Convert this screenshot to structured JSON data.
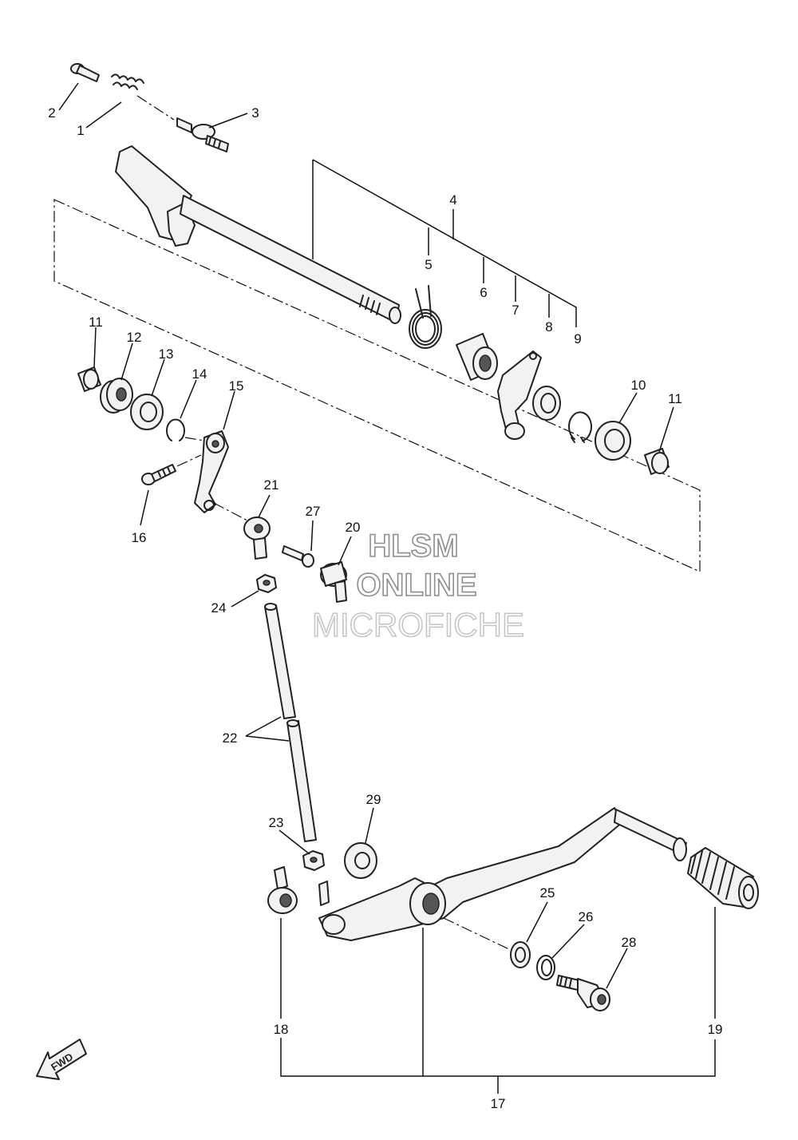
{
  "callouts": [
    "1",
    "2",
    "3",
    "4",
    "5",
    "6",
    "7",
    "8",
    "9",
    "10",
    "11",
    "11",
    "12",
    "13",
    "14",
    "15",
    "16",
    "17",
    "18",
    "19",
    "20",
    "21",
    "22",
    "23",
    "24",
    "25",
    "26",
    "27",
    "28",
    "29"
  ],
  "watermark": {
    "line1": "HLSM",
    "line2": "ONLINE",
    "line3": "MICROFICHE"
  },
  "direction_badge": "FWD"
}
